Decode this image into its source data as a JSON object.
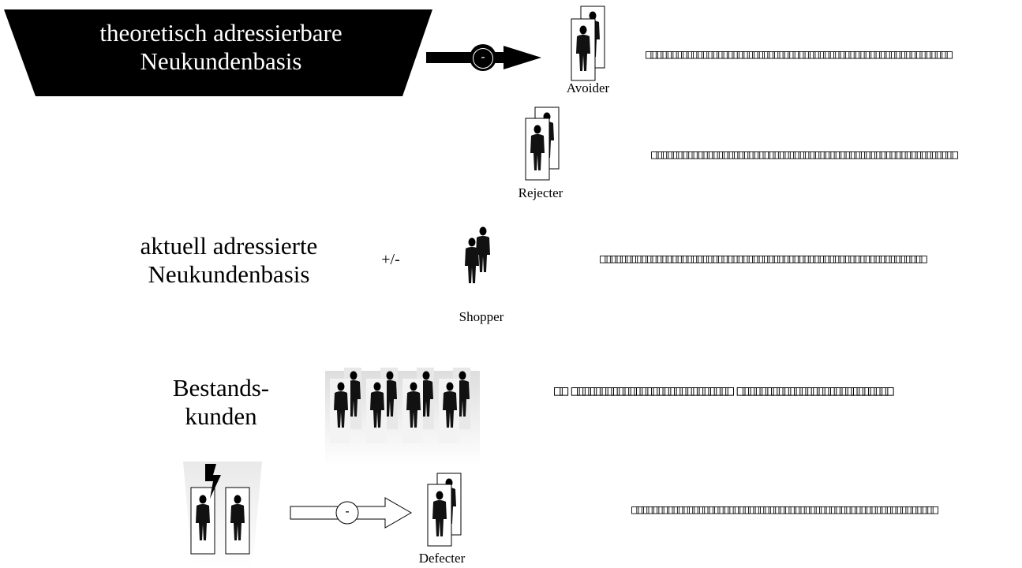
{
  "funnel_label_line1": "theoretisch adressierbare",
  "funnel_label_line2": "Neukundenbasis",
  "current_label_line1": "aktuell adressierte",
  "current_label_line2": "Neukundenbasis",
  "plus_minus": "+/-",
  "existing_label_line1": "Bestands-",
  "existing_label_line2": "kunden",
  "minus_sign": "-",
  "segments": {
    "avoider": "Avoider",
    "rejecter": "Rejecter",
    "shopper": "Shopper",
    "defecter": "Defecter"
  },
  "garbled": {
    "row1": "□□□□□□□□□□□□□□□□□□□□□□□□□□□□□□□□□□□□□□□□□□□□□□□□□□□□□□□□□□□□",
    "row2": "□□□□□□□□□□□□□□□□□□□□□□□□□□□□□□□□□□□□□□□□□□□□□□□□□□□□□□□□□□□□",
    "row3": "□□□□□□□□□□□□□□□□□□□□□□□□□□□□□□□□□□□□□□□□□□□□□□□□□□□□□□□□□□□□□□□□",
    "row4": "□□ □□□□□□□□□□□□□□□□□□□□□□□□□□□□ □□□□□□□□□□□□□□□□□□□□□□□□□□□",
    "row5": "□□□□□□□□□□□□□□□□□□□□□□□□□□□□□□□□□□□□□□□□□□□□□□□□□□□□□□□□□□□□"
  }
}
